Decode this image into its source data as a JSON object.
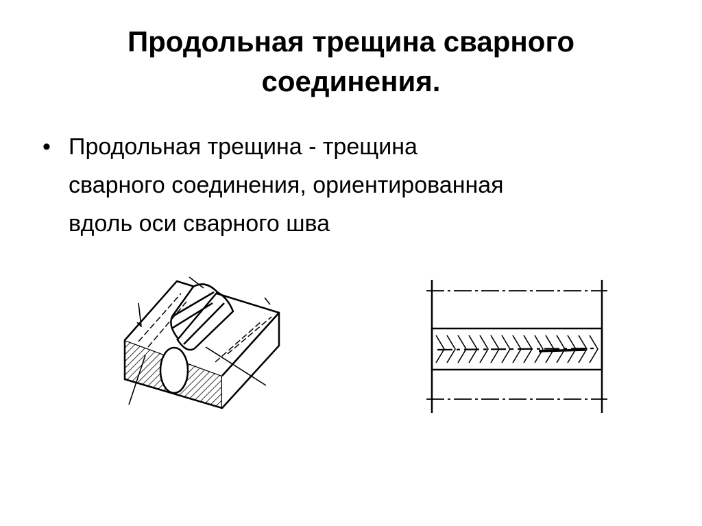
{
  "slide": {
    "title_lines": [
      "Продольная трещина сварного",
      "соединения."
    ],
    "bullets": [
      {
        "mark": "•",
        "lines": [
          "Продольная трещина - трещина",
          "сварного соединения, ориентированная",
          "вдоль оси сварного шва"
        ]
      }
    ]
  },
  "figures": {
    "left": "isometric-weld-joint-with-longitudinal-crack",
    "right": "weld-seam-plan-view-with-longitudinal-crack"
  },
  "colors": {
    "ink": "#000000",
    "background": "#ffffff"
  }
}
